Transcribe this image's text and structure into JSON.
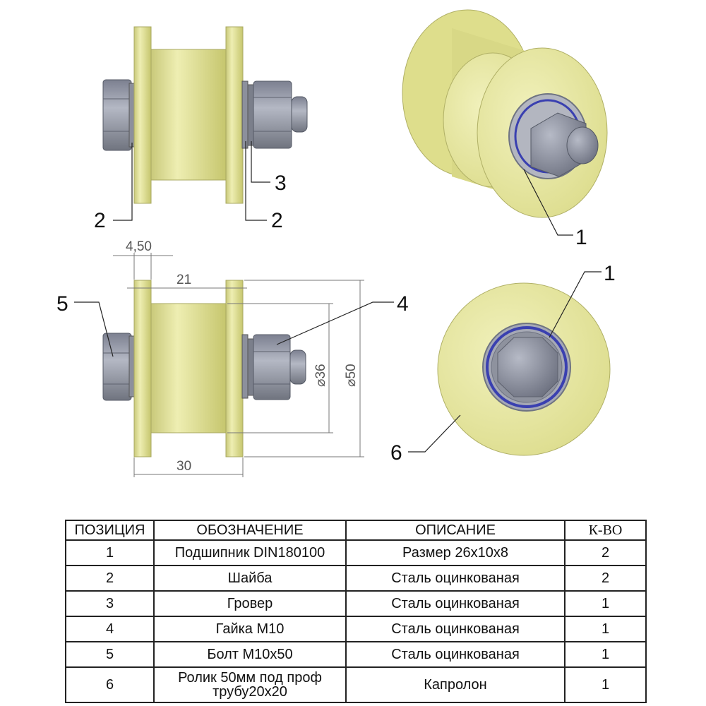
{
  "callouts": {
    "side_top": {
      "left_washer": "2",
      "grover": "3",
      "right_washer": "2"
    },
    "persp": {
      "bearing": "1"
    },
    "side_bottom": {
      "bolt": "5",
      "nut": "4"
    },
    "front": {
      "bearing": "1",
      "roller": "6"
    }
  },
  "dimensions": {
    "flange_width": "4,50",
    "inner_width": "21",
    "overall_width": "30",
    "hub_diameter": "⌀36",
    "outer_diameter": "⌀50"
  },
  "colors": {
    "roller": "#e6e69a",
    "roller_dark": "#c9c96f",
    "steel": "#9ca0ad",
    "steel_dark": "#6f7482",
    "bearing_ring": "#3a40b0"
  },
  "table": {
    "headers": [
      "ПОЗИЦИЯ",
      "ОБОЗНАЧЕНИЕ",
      "ОПИСАНИЕ",
      "К-ВО"
    ],
    "rows": [
      {
        "pos": "1",
        "name": "Подшипник DIN180100",
        "desc": "Размер 26х10х8",
        "qty": "2"
      },
      {
        "pos": "2",
        "name": "Шайба",
        "desc": "Сталь оцинкованая",
        "qty": "2"
      },
      {
        "pos": "3",
        "name": "Гровер",
        "desc": "Сталь оцинкованая",
        "qty": "1"
      },
      {
        "pos": "4",
        "name": "Гайка М10",
        "desc": "Сталь оцинкованая",
        "qty": "1"
      },
      {
        "pos": "5",
        "name": "Болт М10х50",
        "desc": "Сталь оцинкованая",
        "qty": "1"
      },
      {
        "pos": "6",
        "name": "Ролик 50мм под проф трубу20х20",
        "desc": "Капролон",
        "qty": "1"
      }
    ]
  }
}
